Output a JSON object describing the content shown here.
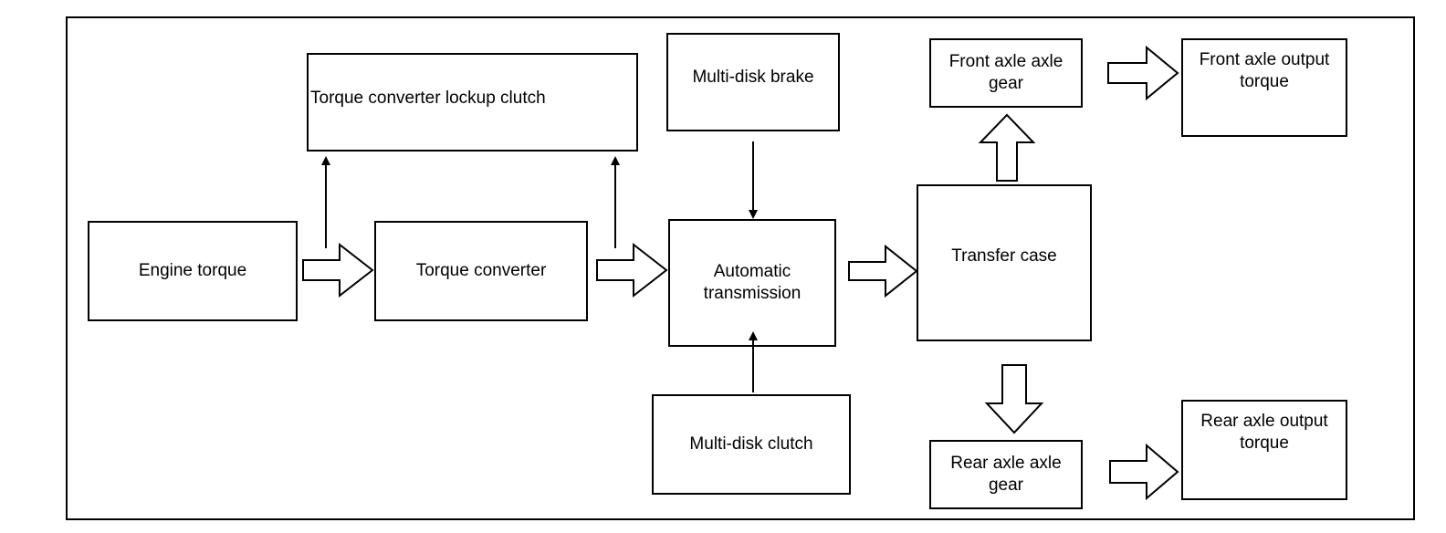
{
  "boxes": {
    "lockup_clutch": "Torque converter lockup clutch",
    "brake": "Multi-disk brake",
    "front_axle_gear": "Front axle axle gear",
    "front_output": "Front axle output torque",
    "engine": "Engine torque",
    "converter": "Torque converter",
    "auto_trans": "Automatic transmission",
    "transfer": "Transfer case",
    "clutch": "Multi-disk clutch",
    "rear_axle_gear": "Rear axle axle gear",
    "rear_output": "Rear axle output torque"
  },
  "colors": {
    "stroke": "#000000",
    "background": "#ffffff"
  }
}
